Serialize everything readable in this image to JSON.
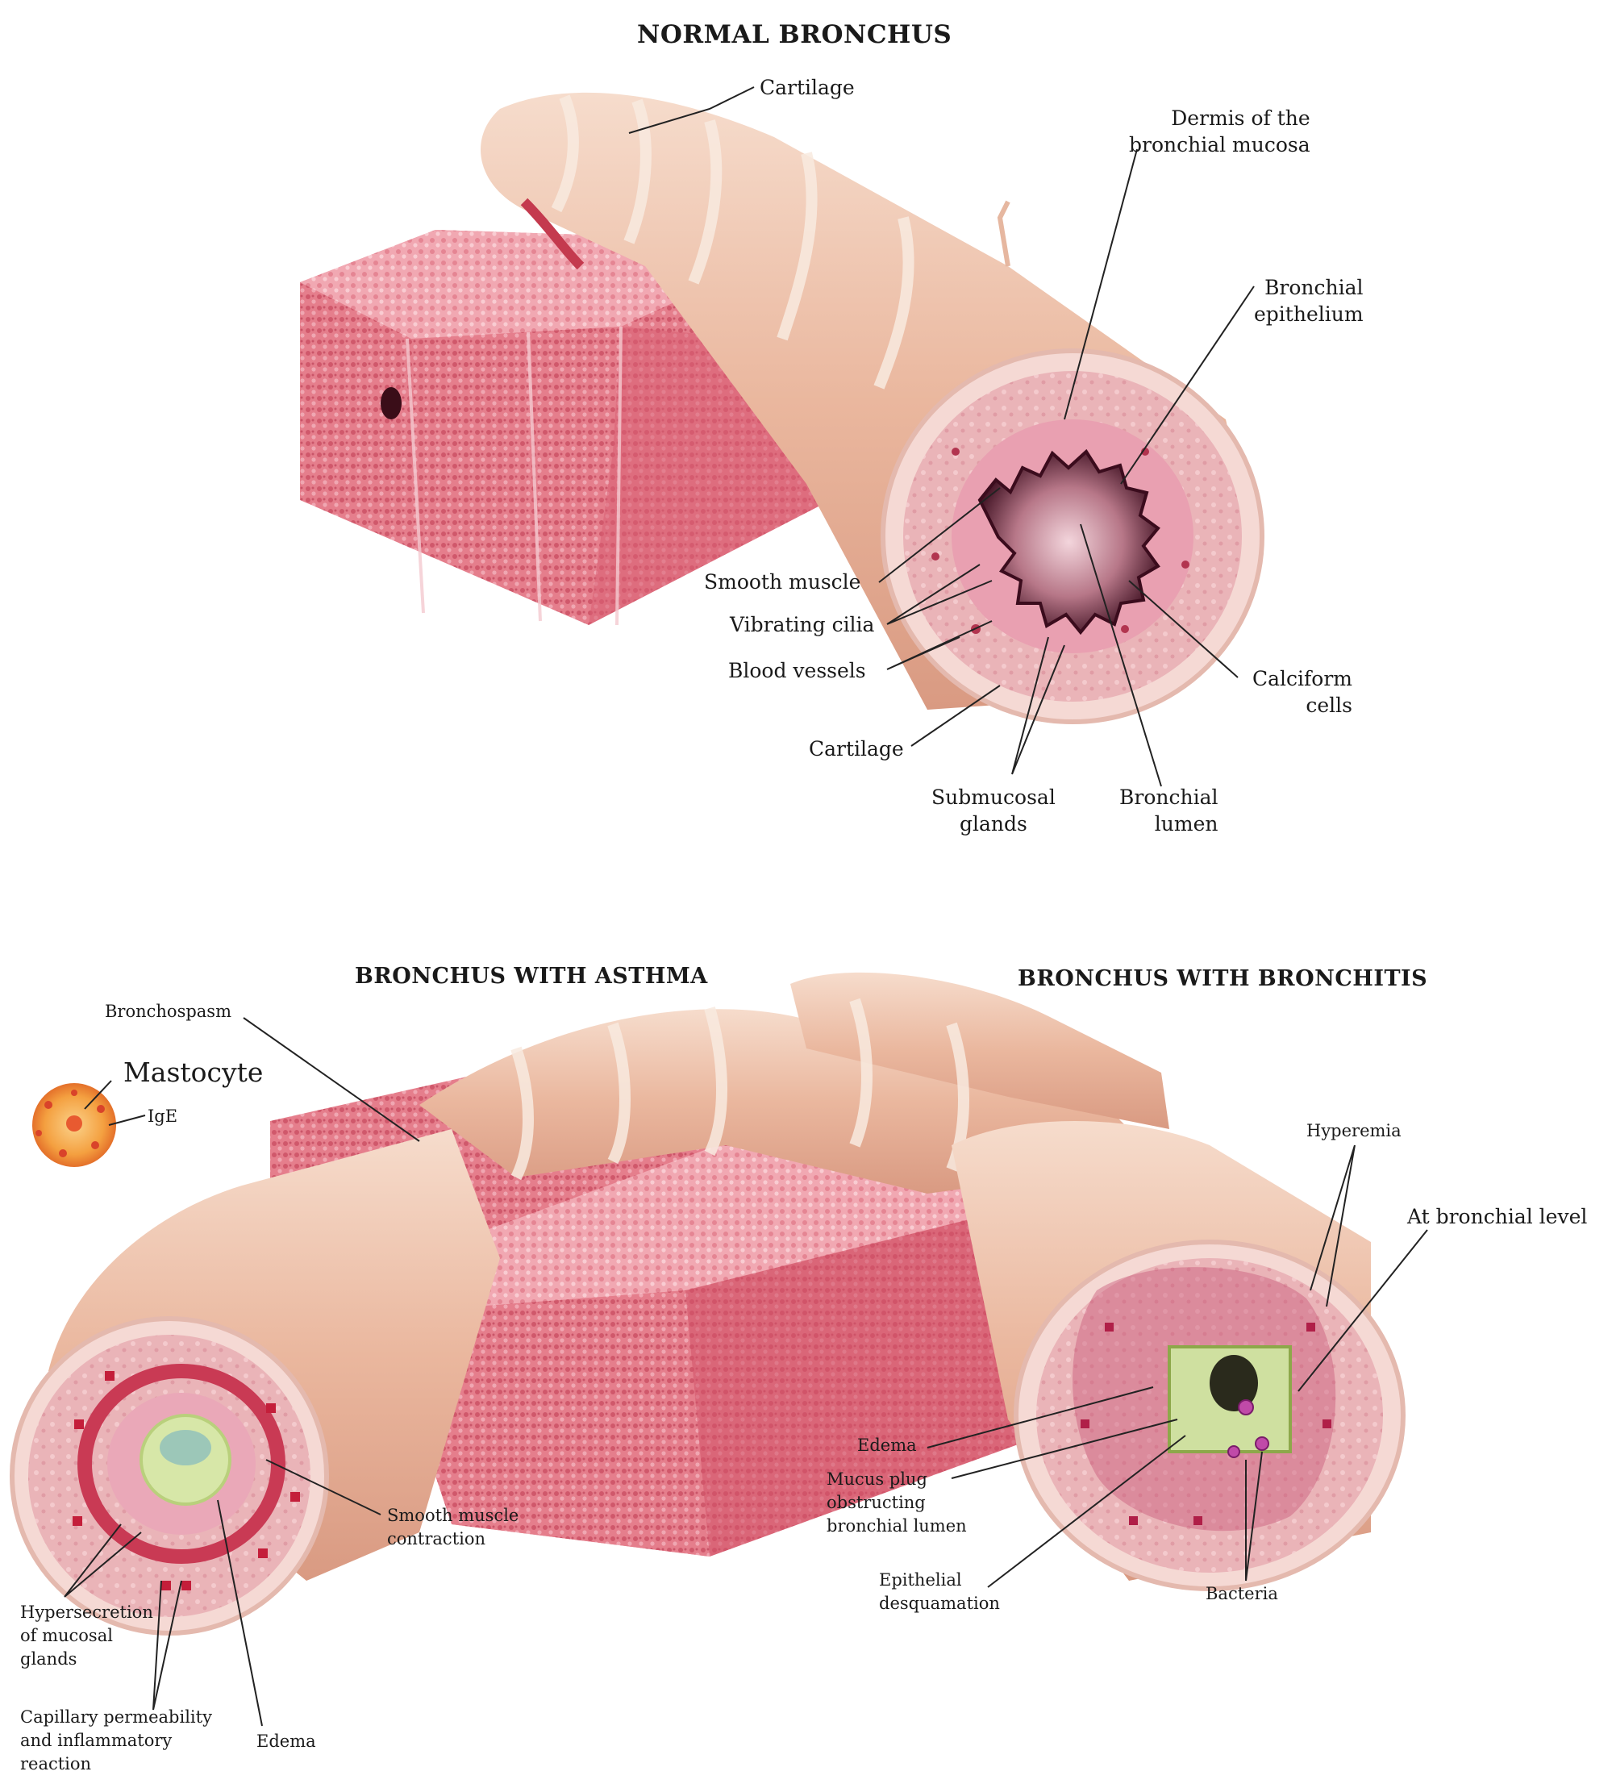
{
  "titles": {
    "normal": "NORMAL BRONCHUS",
    "asthma": "BRONCHUS WITH ASTHMA",
    "bronchitis": "BRONCHUS WITH BRONCHITIS"
  },
  "normal_labels": {
    "cartilage_top": "Cartilage",
    "dermis": "Dermis of the\nbronchial mucosa",
    "epithelium": "Bronchial\nepithelium",
    "smooth_muscle": "Smooth muscle",
    "cilia": "Vibrating cilia",
    "blood_vessels": "Blood vessels",
    "cartilage_bottom": "Cartilage",
    "submucosal": "Submucosal\nglands",
    "lumen": "Bronchial\nlumen",
    "calciform": "Calciform\ncells"
  },
  "asthma_labels": {
    "bronchospasm": "Bronchospasm",
    "mastocyte": "Mastocyte",
    "ige": "IgE",
    "smooth_muscle_contraction": "Smooth muscle\ncontraction",
    "hypersecretion": "Hypersecretion\nof mucosal\nglands",
    "capillary": "Capillary permeability\nand inflammatory\nreaction",
    "edema": "Edema"
  },
  "bronchitis_labels": {
    "hyperemia": "Hyperemia",
    "at_bronchial_level": "At bronchial level",
    "edema": "Edema",
    "mucus_plug": "Mucus plug\nobstructing\nbronchial lumen",
    "epithelial": "Epithelial\ndesquamation",
    "bacteria": "Bacteria"
  },
  "colors": {
    "lung_tissue": "#e07a86",
    "bronchus_wall": "#f0c8b4",
    "cartilage": "#f7e4d6",
    "mucosa": "#e9a9b8",
    "lumen_dark": "#4a1526",
    "mucus": "#cfe0a0",
    "mastocyte": "#f4a040"
  }
}
